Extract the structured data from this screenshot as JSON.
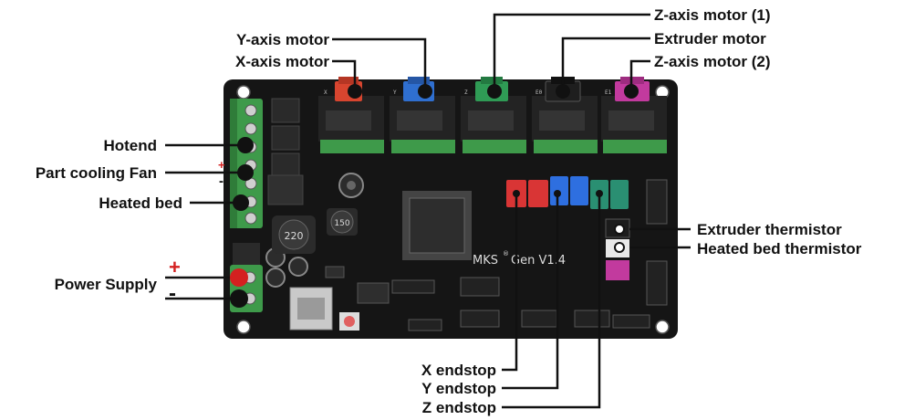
{
  "colors": {
    "pcb": "#151515",
    "terminal_green": "#3e9a4a",
    "driver_red": "#d8452f",
    "driver_blue": "#2f6fd0",
    "driver_green": "#2f9b55",
    "driver_black": "#1e1e1e",
    "driver_magenta": "#c23a9e",
    "endstop_red": "#d93535",
    "endstop_blue": "#2e6fe0",
    "endstop_teal": "#2a8f72",
    "plus_red": "#d42020",
    "lead": "#111111"
  },
  "labels": {
    "y_axis_motor": "Y-axis motor",
    "x_axis_motor": "X-axis motor",
    "z_axis_motor_1": "Z-axis motor (1)",
    "extruder_motor": "Extruder motor",
    "z_axis_motor_2": "Z-axis motor (2)",
    "hotend": "Hotend",
    "part_cooling_fan": "Part cooling Fan",
    "heated_bed": "Heated bed",
    "power_supply": "Power Supply",
    "extruder_thermistor": "Extruder thermistor",
    "heated_bed_thermistor": "Heated bed thermistor",
    "x_endstop": "X endstop",
    "y_endstop": "Y endstop",
    "z_endstop": "Z endstop"
  },
  "polarity": {
    "plus": "+",
    "minus": "-"
  },
  "board": {
    "model": "MKS",
    "registered": "®",
    "version": "Gen V1.4",
    "inductor": "220",
    "ic": "150",
    "socket_labels": [
      "X",
      "Y",
      "Z",
      "E0",
      "E1"
    ]
  }
}
